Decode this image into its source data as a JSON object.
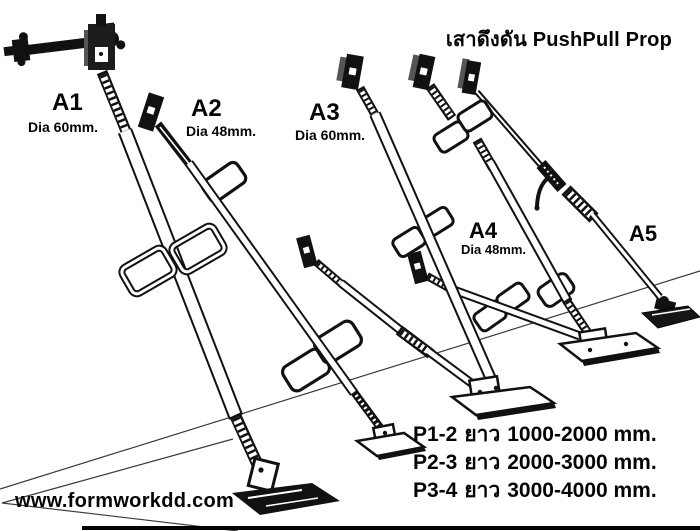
{
  "title": "เสาดึงดัน PushPull Prop",
  "props": [
    {
      "id": "A1",
      "dia": "Dia 60mm."
    },
    {
      "id": "A2",
      "dia": "Dia 48mm."
    },
    {
      "id": "A3",
      "dia": "Dia 60mm."
    },
    {
      "id": "A4",
      "dia": "Dia 48mm."
    },
    {
      "id": "A5",
      "dia": ""
    }
  ],
  "sizes": [
    {
      "code": "P1-2",
      "word": "ยาว",
      "range": "1000-2000 mm."
    },
    {
      "code": "P2-3",
      "word": "ยาว",
      "range": "2000-3000 mm."
    },
    {
      "code": "P3-4",
      "word": "ยาว",
      "range": "3000-4000 mm."
    }
  ],
  "watermark": "www.formworkdd.com",
  "colors": {
    "ink": "#111111",
    "paper": "#ffffff",
    "floor_line": "#3a3a3a"
  }
}
